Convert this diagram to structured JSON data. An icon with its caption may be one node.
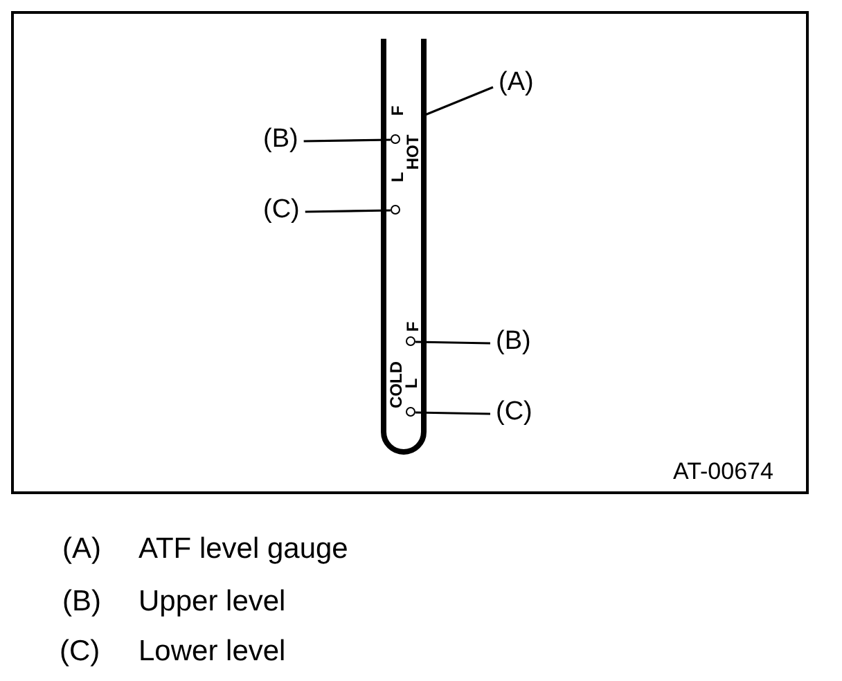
{
  "diagram": {
    "nodes": [
      {
        "text": [],
        "shape": "bar"
      },
      {
        "text": [
          "(A)"
        ]
      },
      {
        "text": [
          "(B)"
        ]
      },
      {
        "text": [],
        "shape": "circle",
        "in": 0
      },
      {
        "text": [
          "(C)"
        ]
      },
      {
        "text": [],
        "shape": "circle",
        "in": 0
      },
      {
        "text": [
          "(B)"
        ]
      },
      {
        "text": [],
        "shape": "circle",
        "in": 0
      },
      {
        "text": [
          "(C)"
        ]
      },
      {
        "text": [],
        "shape": "circle",
        "in": 0
      }
    ],
    "edges": [
      {
        "from": 1,
        "to": 0,
        "arrow": "none"
      },
      {
        "from": 2,
        "to": 3,
        "arrow": "none"
      },
      {
        "from": 4,
        "to": 5,
        "arrow": "none"
      },
      {
        "from": 6,
        "to": 7,
        "arrow": "none"
      },
      {
        "from": 8,
        "to": 9,
        "arrow": "none"
      }
    ],
    "labels": [
      "F",
      "L",
      "HOT",
      "F",
      "L",
      "COLD",
      "AT-00674",
      "(A)",
      "ATF level gauge",
      "(B)",
      "Upper level",
      "(C)",
      "Lower level"
    ]
  }
}
